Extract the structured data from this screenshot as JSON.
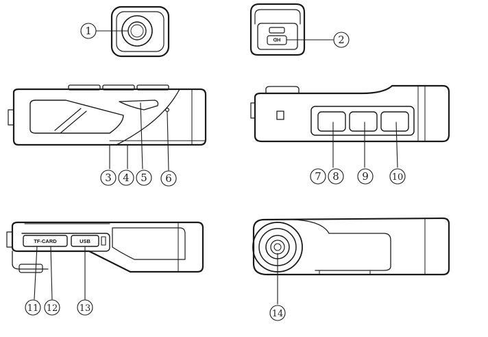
{
  "callouts": [
    "1",
    "2",
    "3",
    "4",
    "5",
    "6",
    "7",
    "8",
    "9",
    "10",
    "11",
    "12",
    "13",
    "14"
  ],
  "device_labels": {
    "hd": "HD",
    "tf_card": "TF-CARD",
    "usb": "USB"
  }
}
